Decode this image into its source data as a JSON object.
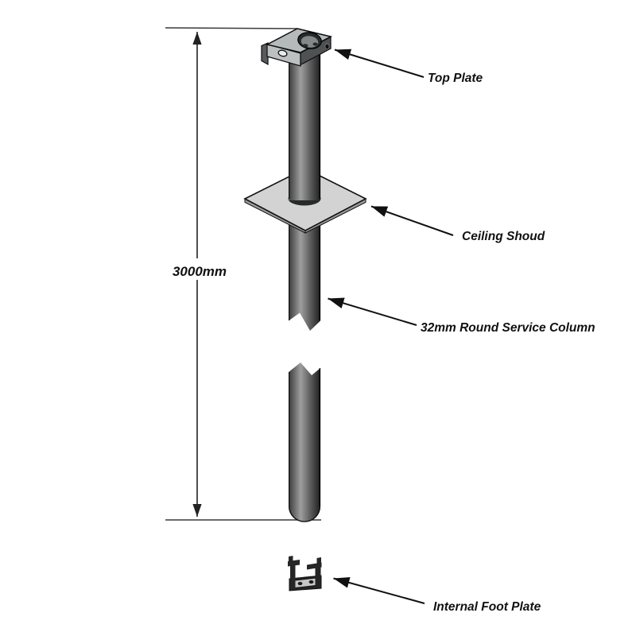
{
  "diagram": {
    "dimension_label": "3000mm",
    "labels": {
      "top_plate": "Top Plate",
      "ceiling_shroud": "Ceiling Shoud",
      "service_column": "32mm Round Service Column",
      "foot_plate": "Internal Foot Plate"
    },
    "colors": {
      "ink": "#1a1a1a",
      "shroud_fill": "#d3d3d3",
      "shroud_edge": "#9b9b9b",
      "plate_top_fill": "#b5bbbb",
      "plate_front_fill": "#4e5252",
      "plate_flange_fill": "#bcc0c0",
      "hole_fill": "#262a2a",
      "column_light": "#9e9e9e",
      "column_mid": "#5f5f5f",
      "column_dark": "#1f1f1f",
      "foot_dark": "#262626",
      "foot_base_fill": "#c7c7c7"
    }
  }
}
